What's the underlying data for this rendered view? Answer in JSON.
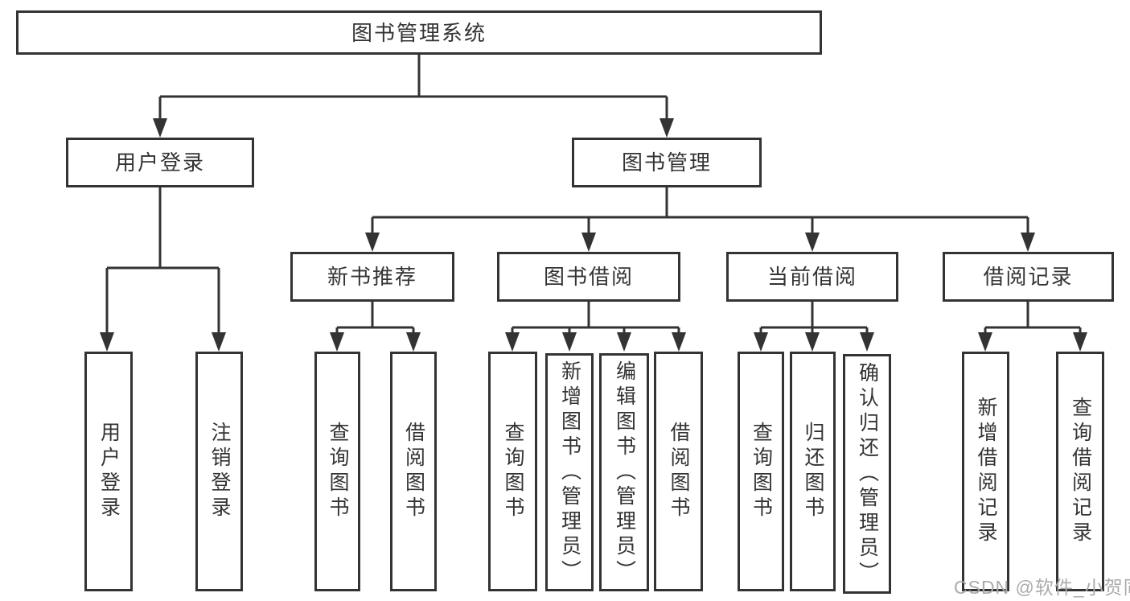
{
  "root": {
    "label": "图书管理系统"
  },
  "level2": [
    {
      "label": "用户登录"
    },
    {
      "label": "图书管理"
    }
  ],
  "level3": [
    {
      "label": "新书推荐"
    },
    {
      "label": "图书借阅"
    },
    {
      "label": "当前借阅"
    },
    {
      "label": "借阅记录"
    }
  ],
  "leaves": {
    "user_login": [
      {
        "label": "用户登录"
      },
      {
        "label": "注销登录"
      }
    ],
    "new_books": [
      {
        "label": "查询图书"
      },
      {
        "label": "借阅图书"
      }
    ],
    "book_borrow": [
      {
        "label": "查询图书"
      },
      {
        "label": "新增图书（管理员）"
      },
      {
        "label": "编辑图书（管理员）"
      },
      {
        "label": "借阅图书"
      }
    ],
    "current_borrow": [
      {
        "label": "查询图书"
      },
      {
        "label": "归还图书"
      },
      {
        "label": "确认归还（管理员）"
      }
    ],
    "borrow_records": [
      {
        "label": "新增借阅记录"
      },
      {
        "label": "查询借阅记录"
      }
    ]
  },
  "watermark": "CSDN @软件_小贺同学",
  "colors": {
    "line": "#333333",
    "box_border": "#333333",
    "text": "#333333",
    "watermark": "#ababab",
    "background": "#ffffff"
  }
}
